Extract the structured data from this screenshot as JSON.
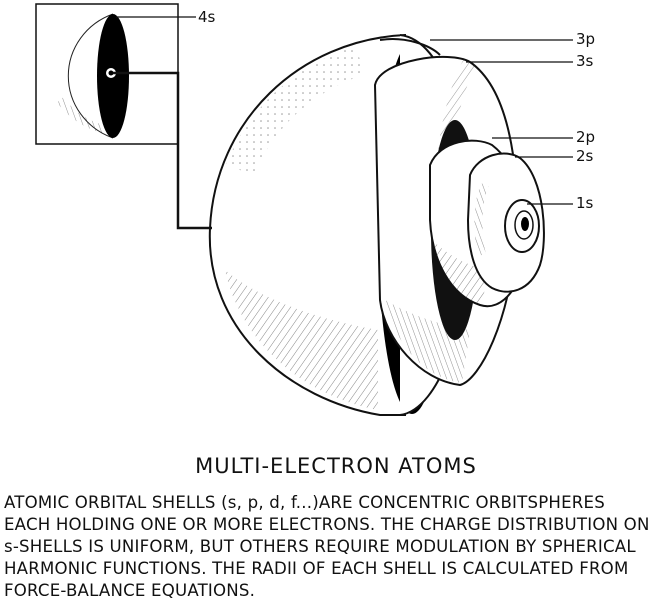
{
  "labels": {
    "s4": "4s",
    "p3": "3p",
    "s3": "3s",
    "p2": "2p",
    "s2": "2s",
    "s1": "1s"
  },
  "title": "MULTI-ELECTRON ATOMS",
  "description": [
    "ATOMIC ORBITAL SHELLS (s, p, d, f...)ARE CONCENTRIC ORBITSPHERES",
    "EACH HOLDING ONE OR MORE ELECTRONS. THE CHARGE DISTRIBUTION ON",
    "s-SHELLS IS UNIFORM, BUT OTHERS REQUIRE MODULATION BY SPHERICAL",
    "HARMONIC FUNCTIONS. THE RADII OF EACH SHELL IS CALCULATED FROM",
    "FORCE-BALANCE EQUATIONS."
  ]
}
